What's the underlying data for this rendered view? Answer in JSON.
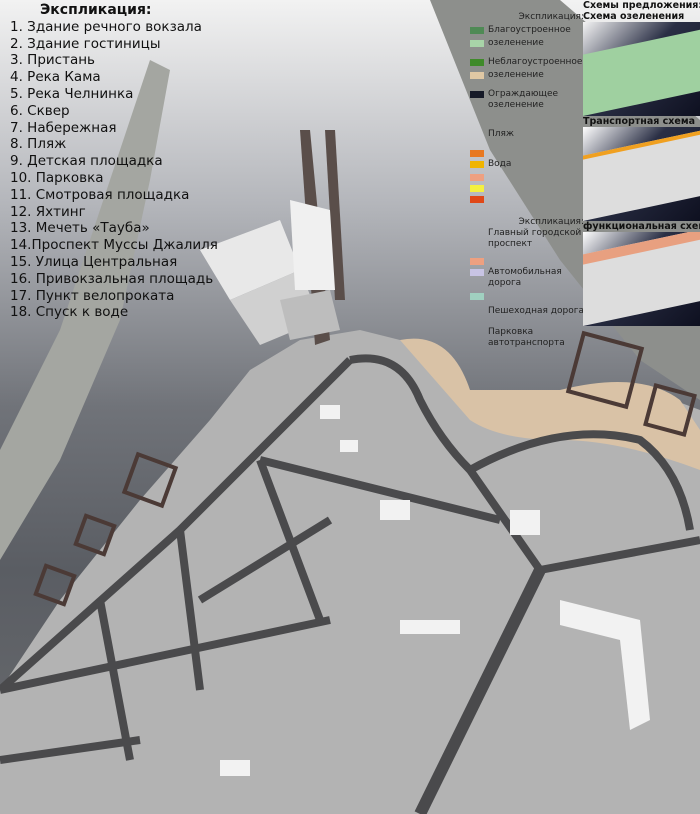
{
  "explication": {
    "title": "Экспликация:",
    "items": [
      "1. Здание речного вокзала",
      "2. Здание гостиницы",
      "3. Пристань",
      "4. Река Кама",
      "5. Река Челнинка",
      "6. Сквер",
      "7. Набережная",
      "8. Пляж",
      "9. Детская площадка",
      "10. Парковка",
      "11. Смотровая площадка",
      "12. Яхтинг",
      "13. Мечеть «Тауба»",
      "14.Проспект Муссы Джалиля",
      "15. Улица Центральная",
      "16. Привокзальная площадь",
      "17. Пункт велопроката",
      "18. Спуск к воде"
    ]
  },
  "green_legend": {
    "title": "Экспликация:",
    "items": [
      {
        "label": "Благоустроенное",
        "color": "#4f8a55"
      },
      {
        "label": "озеленение",
        "color": "#a8d4a8"
      },
      {
        "label": "Неблагоустроенное",
        "color": "#3f8a2a"
      },
      {
        "label": "озеленение",
        "color": "#e0c8a4"
      },
      {
        "label": "Ограждающее озеленение",
        "color": "#161a28"
      }
    ],
    "extra_labels": [
      "Пляж",
      "Вода"
    ],
    "transport_swatches": [
      "#e87820",
      "#f0b400",
      "#eea080",
      "#f4f040",
      "#e04818"
    ]
  },
  "road_legend": {
    "title": "Экспликация:",
    "items": [
      {
        "label": "Главный городской проспект",
        "color": "#eea080"
      },
      {
        "label": "Автомобильная дорога",
        "color": "#c8c4e4"
      },
      {
        "label": "Пешеходная дорога",
        "color": "#a0d0c0"
      },
      {
        "label": "Парковка автотранспорта",
        "color": null
      }
    ]
  },
  "schemes": {
    "title": "Схемы предложения:",
    "items": [
      "Схема озеленения",
      "Транспортная схема",
      "функциональная схема"
    ]
  }
}
